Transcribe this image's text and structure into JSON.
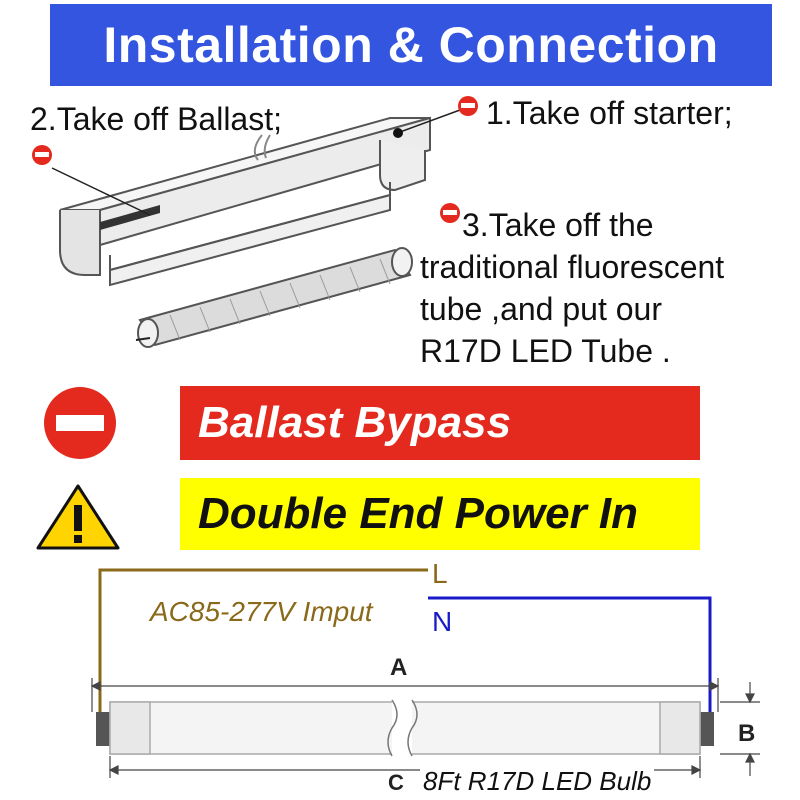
{
  "title": "Installation & Connection",
  "steps": {
    "ballast": "2.Take off Ballast;",
    "starter": "1.Take off starter;",
    "tube_line1": "3.Take off the",
    "tube_line2": "traditional fluorescent",
    "tube_line3": "tube ,and put our",
    "tube_line4": "R17D LED Tube ."
  },
  "banners": {
    "bypass": "Ballast Bypass",
    "power": "Double End Power In"
  },
  "wiring": {
    "voltage": "AC85-277V Imput",
    "line": "L",
    "neutral": "N"
  },
  "dimensions": {
    "a": "A",
    "b": "B",
    "c": "C",
    "bulb": "8Ft R17D LED Bulb"
  },
  "colors": {
    "title_bg": "#3355e0",
    "bypass_bg": "#e42a1e",
    "power_bg": "#ffff00",
    "line_wire": "#8a6a1a",
    "neutral_wire": "#1a1ac8"
  },
  "icons": {
    "no_entry": "no-entry-icon",
    "warning": "warning-icon"
  }
}
